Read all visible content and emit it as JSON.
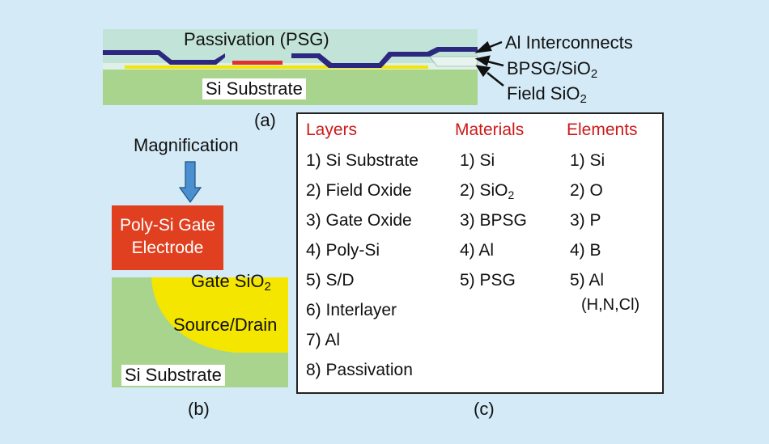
{
  "panel_a": {
    "passivation_label": "Passivation (PSG)",
    "substrate_label": "Si Substrate",
    "callouts": {
      "interconnects": "Al Interconnects",
      "bpsg": "BPSG/SiO",
      "field": "Field SiO",
      "subscript": "2"
    },
    "caption": "(a)"
  },
  "panel_b": {
    "magnification_label": "Magnification",
    "gate_line1": "Poly-Si Gate",
    "gate_line2": "Electrode",
    "gate_oxide_label": "Gate SiO",
    "gate_oxide_sub": "2",
    "source_drain_label": "Source/Drain",
    "substrate_label": "Si Substrate",
    "caption": "(b)"
  },
  "panel_c": {
    "caption": "(c)",
    "layers": {
      "header": "Layers",
      "items": [
        "1) Si Substrate",
        "2) Field Oxide",
        "3) Gate Oxide",
        "4) Poly-Si",
        "5) S/D",
        "6) Interlayer",
        "7) Al",
        "8) Passivation"
      ]
    },
    "materials": {
      "header": "Materials",
      "items": [
        "1) Si",
        "2) SiO",
        "3) BPSG",
        "4) Al",
        "5) PSG"
      ],
      "sio2_sub": "2"
    },
    "elements": {
      "header": "Elements",
      "items": [
        "1) Si",
        "2) O",
        "3) P",
        "4) B",
        "5) Al"
      ],
      "extra": "(H,N,Cl)"
    }
  },
  "colors": {
    "background": "#d4ebf7",
    "header_red": "#cc1a1a",
    "substrate_green": "#a8d48e",
    "passivation": "#c2e4d8",
    "interconnect": "#2c2880",
    "gate_yellow": "#f5e600",
    "gate_red": "#e04020",
    "arrow_blue": "#4a90d0"
  }
}
